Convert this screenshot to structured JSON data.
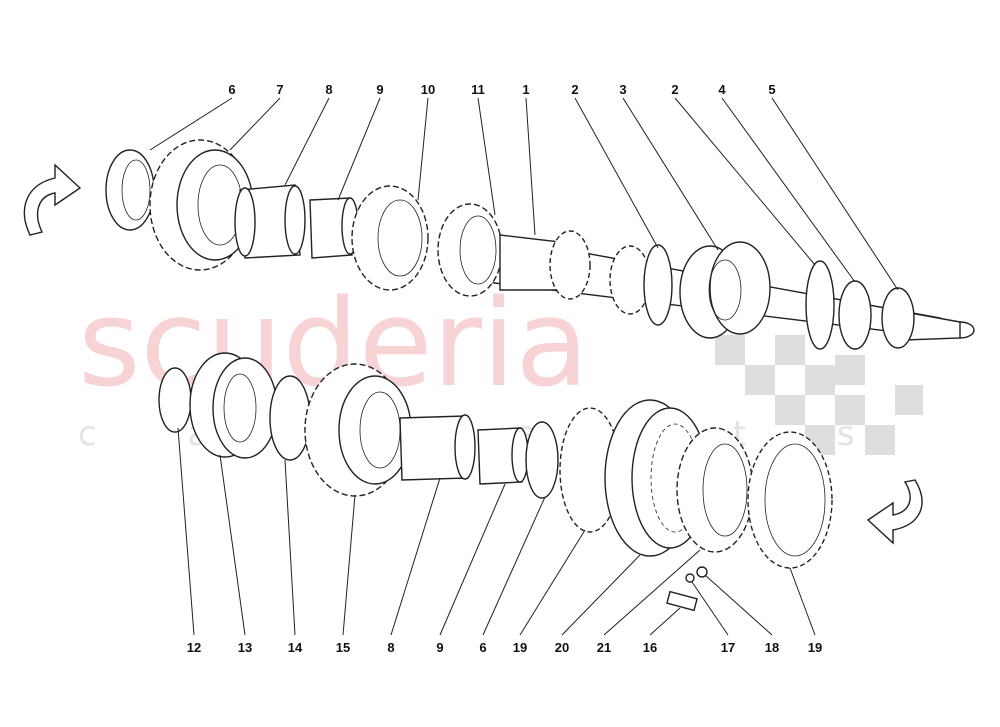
{
  "watermark": {
    "brand": "scuderia",
    "sub": "c a r   p a r t s",
    "brand_color": "#f7d3d5",
    "checker_color": "#d9d9d9"
  },
  "callouts": {
    "top": [
      "6",
      "7",
      "8",
      "9",
      "10",
      "11",
      "1",
      "2",
      "3",
      "2",
      "4",
      "5"
    ],
    "bottom": [
      "12",
      "13",
      "14",
      "15",
      "8",
      "9",
      "6",
      "19",
      "20",
      "21",
      "16",
      "17",
      "18",
      "19"
    ]
  },
  "icons": {
    "left_arrow": "rotate-arrow-icon",
    "right_arrow": "rotate-arrow-icon"
  }
}
